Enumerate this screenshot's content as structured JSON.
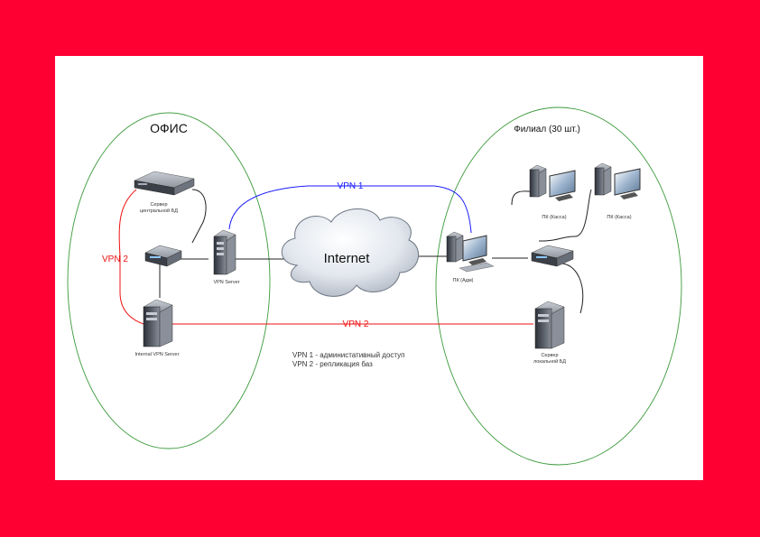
{
  "regions": {
    "office": "ОФИС",
    "branch": "Филиал (30 шт.)"
  },
  "cloud": {
    "label": "Internet"
  },
  "links": {
    "vpn1": "VPN 1",
    "vpn2_office": "VPN 2",
    "vpn2_wan": "VPN 2"
  },
  "nodes": {
    "central_db": {
      "line1": "Сервер",
      "line2": "центральной БД"
    },
    "vpn_server": "VPN Server",
    "internal_vpn_server": "Internal VPN Server",
    "pc_admin": "ПК (Адм)",
    "pc_cash1": "ПК (Касса)",
    "pc_cash2": "ПК (Касса)",
    "local_db": {
      "line1": "Сервер",
      "line2": "локальной БД"
    }
  },
  "legend": {
    "line1": "VPN 1 - администативный доступ",
    "line2": "VPN 2 - репликация баз"
  },
  "colors": {
    "frame": "#ff0033",
    "region_border": "#3a9a3a",
    "vpn1": "#1a1aff",
    "vpn2": "#ee1111",
    "wire": "#222222"
  }
}
